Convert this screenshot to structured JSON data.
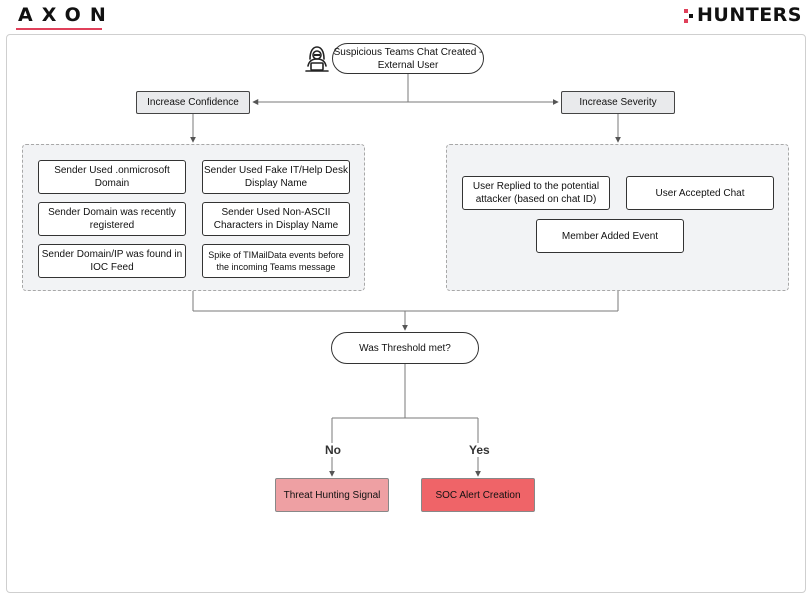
{
  "brand": {
    "left_logo": "AXON",
    "right_logo": "HUNTERS"
  },
  "diagram": {
    "root": "Suspicious Teams Chat Created - External User",
    "branches": {
      "confidence": {
        "label": "Increase Confidence",
        "items": [
          "Sender Used .onmicrosoft Domain",
          "Sender Used Fake IT/Help Desk Display Name",
          "Sender Domain was recently registered",
          "Sender Used Non-ASCII Characters in Display Name",
          "Sender Domain/IP was found in IOC Feed",
          "Spike of TIMailData events before the incoming Teams message"
        ]
      },
      "severity": {
        "label": "Increase Severity",
        "items": [
          "User Replied to the potential attacker (based on chat ID)",
          "User Accepted Chat",
          "Member Added Event"
        ]
      }
    },
    "decision": "Was Threshold met?",
    "edges": {
      "no": "No",
      "yes": "Yes"
    },
    "outcomes": {
      "no": "Threat Hunting Signal",
      "yes": "SOC Alert Creation"
    },
    "icon": "hacker-icon"
  }
}
